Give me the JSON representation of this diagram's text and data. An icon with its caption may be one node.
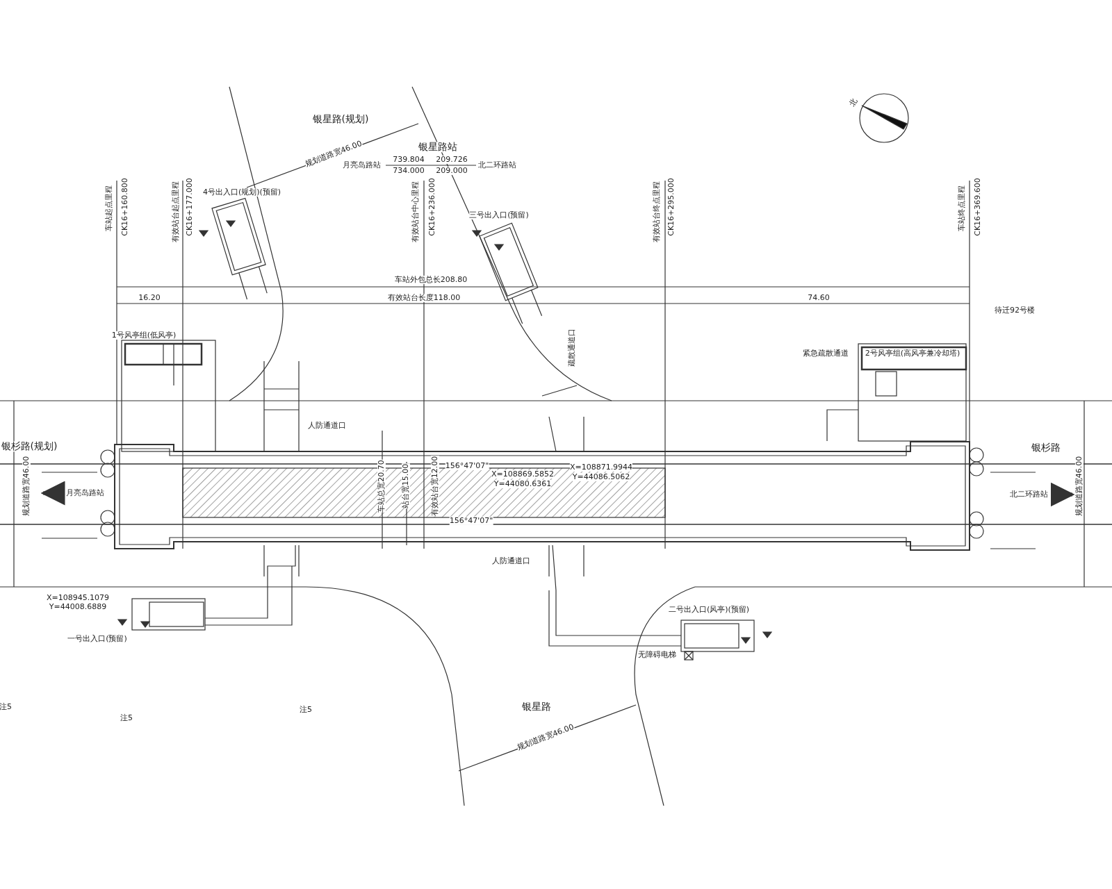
{
  "diagram": {
    "labels": [
      "银星路(规划)",
      "规划道路宽46.00",
      "银星路站",
      "月亮岛路站",
      "739.804",
      "209.726",
      "734.000",
      "209.000",
      "北二环路站",
      "北",
      "车站起点里程",
      "CK16+160.800",
      "有效站台起点里程",
      "CK16+177.000",
      "有效站台中心里程",
      "CK16+236.000",
      "有效站台终点里程",
      "CK16+295.000",
      "车站终点里程",
      "CK16+369.600",
      "4号出入口(规划)(预留)",
      "三号出入口(预留)",
      "车站外包总长208.80",
      "16.20",
      "有效站台长度118.00",
      "74.60",
      "待迁92号楼",
      "1号风亭组(低风亭)",
      "疏散通道口",
      "紧急疏散通道",
      "2号风亭组(高风亭兼冷却塔)",
      "人防通道口",
      "银杉路(规划)",
      "银杉路",
      "规划道路宽46.00",
      "月亮岛路站",
      "车站总宽20.70",
      "站台宽15.00",
      "有效站台宽12.00",
      "156°47'07\"",
      "X=108869.5852",
      "Y=44080.6361",
      "X=108871.9944",
      "Y=44086.5062",
      "北二环路站",
      "规划道路宽46.00",
      "156°47'07\"",
      "人防通道口",
      "X=108945.1079",
      "Y=44008.6889",
      "二号出入口(风亭)(预留)",
      "一号出入口(预留)",
      "无障碍电梯",
      "注5",
      "注5",
      "注5",
      "银星路",
      "规划道路宽46.00"
    ]
  }
}
